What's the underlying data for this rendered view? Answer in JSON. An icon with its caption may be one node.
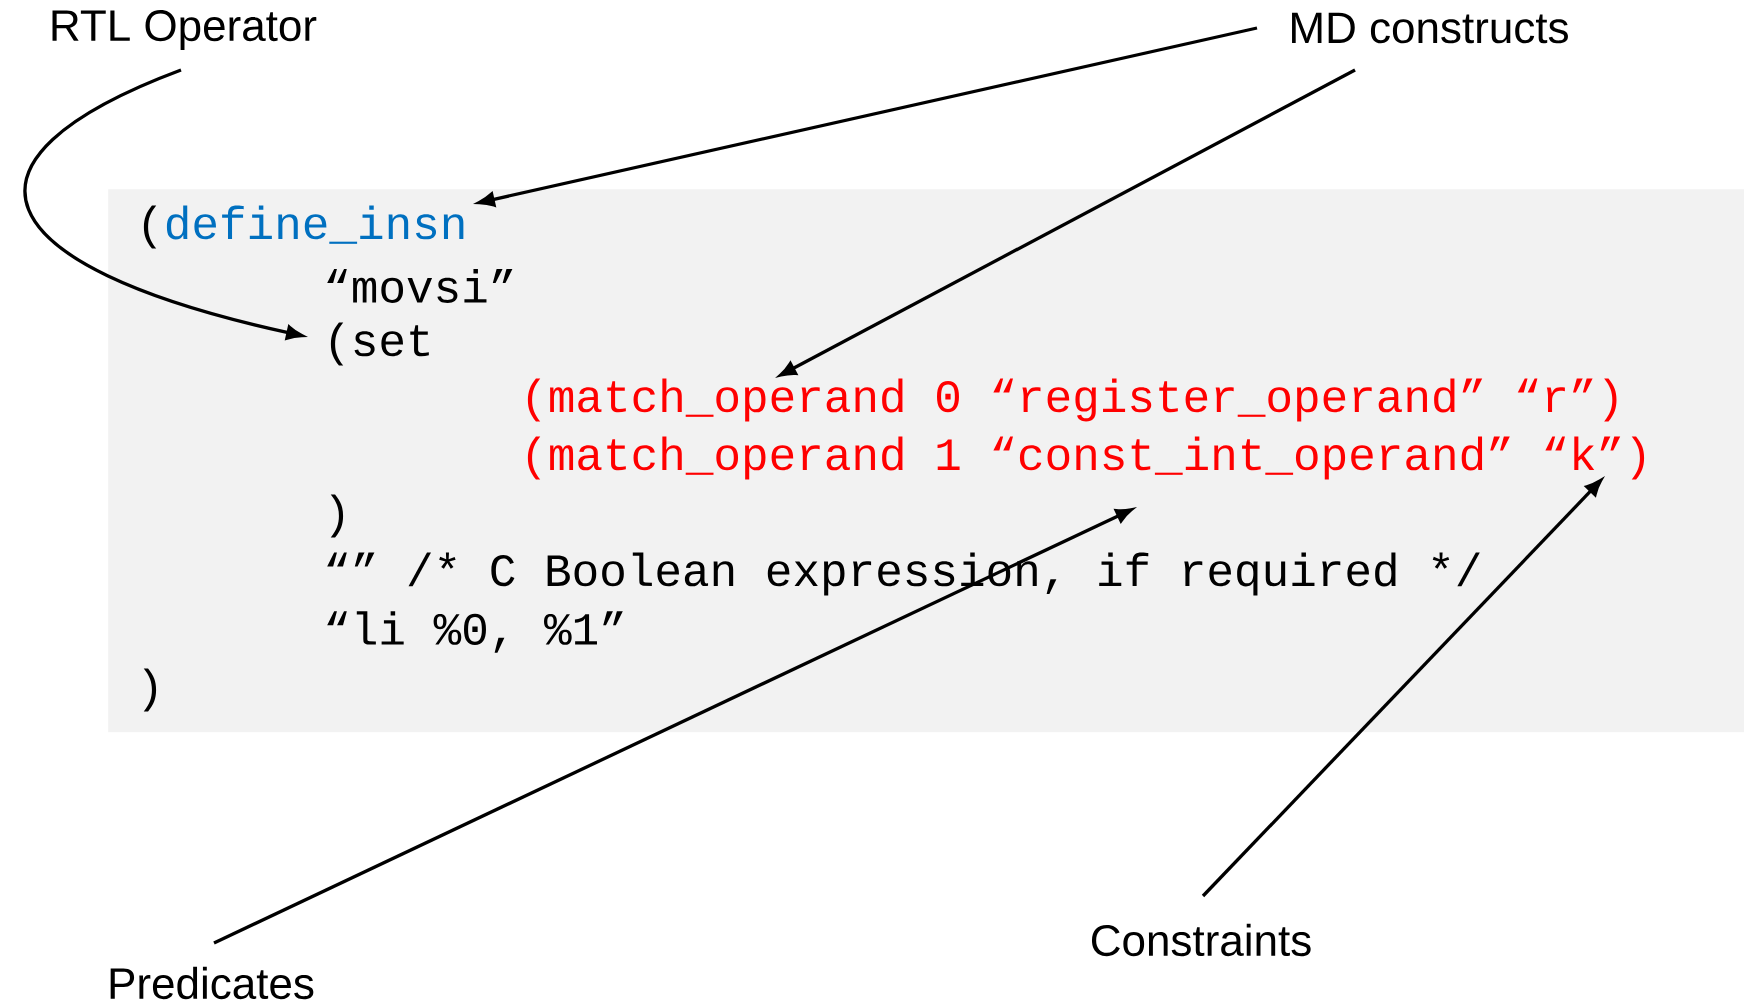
{
  "diagram": {
    "nodes": [
      {
        "text": [
          "RTL Operator"
        ]
      },
      {
        "text": [
          "MD constructs"
        ]
      },
      {
        "text": [],
        "shape": "box"
      },
      {
        "text": [
          "(",
          "define_insn"
        ],
        "in": 2
      },
      {
        "text": [
          "“movsi”"
        ],
        "in": 2
      },
      {
        "text": [
          "(set"
        ],
        "in": 2
      },
      {
        "text": [
          "(match_operand 0 “register_operand” “r”)"
        ],
        "in": 2
      },
      {
        "text": [
          "(match_operand 1 “const_int_operand” “k”)"
        ],
        "in": 2
      },
      {
        "text": [
          ")"
        ],
        "in": 2
      },
      {
        "text": [
          "“” /* C Boolean expression, if required */"
        ],
        "in": 2
      },
      {
        "text": [
          "“li %0, %1”"
        ],
        "in": 2
      },
      {
        "text": [
          ")"
        ],
        "in": 2
      },
      {
        "text": [
          "Predicates"
        ]
      },
      {
        "text": [
          "Constraints"
        ]
      }
    ],
    "edges": [
      {
        "from": 0,
        "to": 5,
        "arrow": "to"
      },
      {
        "from": 1,
        "to": 3,
        "arrow": "to"
      },
      {
        "from": 1,
        "to": 6,
        "arrow": "to"
      },
      {
        "from": 12,
        "to": 7,
        "arrow": "to"
      },
      {
        "from": 13,
        "to": 7,
        "arrow": "to"
      }
    ]
  }
}
